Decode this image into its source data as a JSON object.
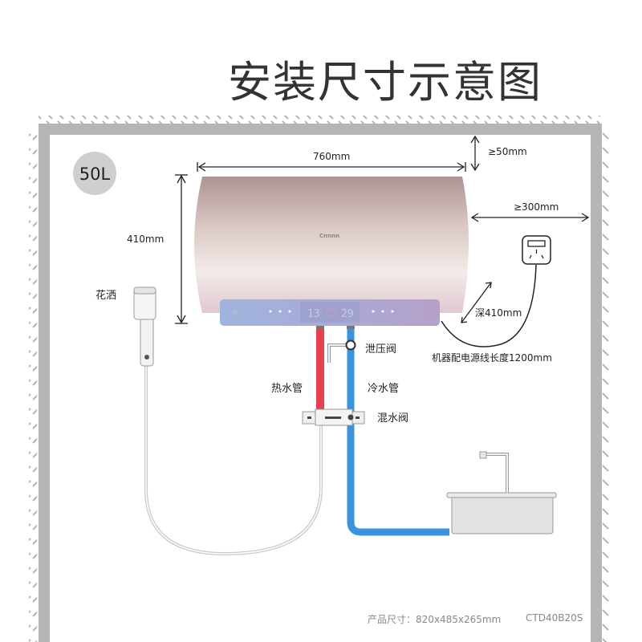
{
  "title": "安装尺寸示意图",
  "capacity_badge": "50L",
  "dimensions": {
    "width": "760mm",
    "height": "410mm",
    "depth": "深410mm",
    "top_clearance": "≥50mm",
    "side_clearance": "≥300mm",
    "power_cord": "机器配电源线长度1200mm"
  },
  "labels": {
    "shower": "花洒",
    "pressure_valve": "泄压阀",
    "hot_pipe": "热水管",
    "cold_pipe": "冷水管",
    "mixing_valve": "混水阀"
  },
  "heater": {
    "brand": "Cnnnn",
    "display_left": "13",
    "display_right": "29"
  },
  "footer": {
    "size": "产品尺寸：820x485x265mm",
    "model": "CTD40B20S"
  },
  "colors": {
    "wall": "#b5b5b5",
    "hot": "#e8404c",
    "cold": "#3a93dd",
    "tank_top": "#b49a98",
    "panel": "#9fb0db"
  }
}
